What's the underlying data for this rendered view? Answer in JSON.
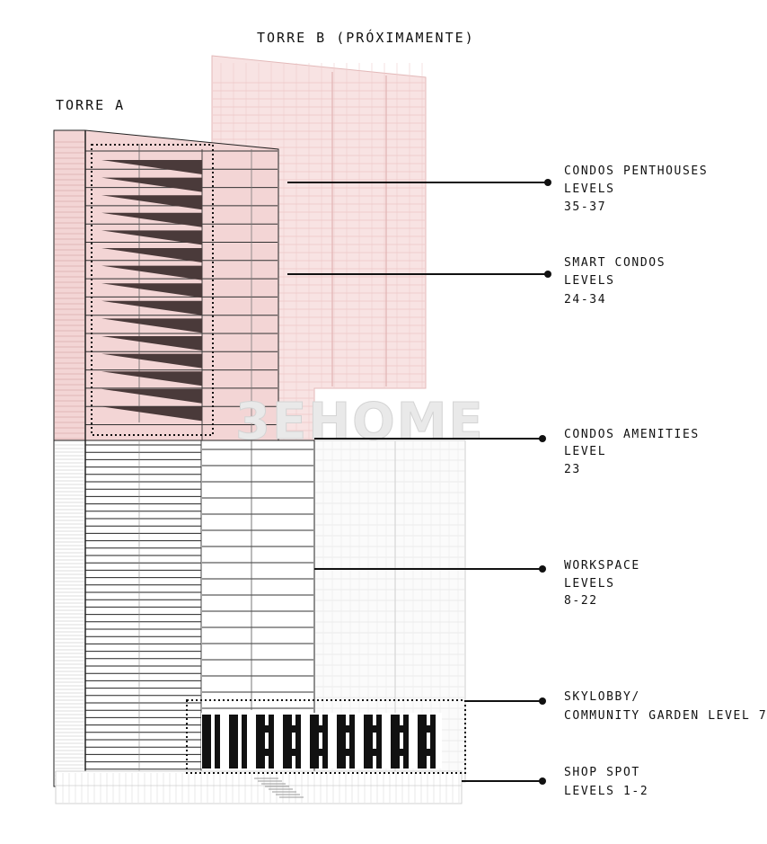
{
  "towers": {
    "a": "TORRE A",
    "b": "TORRE B (PRÓXIMAMENTE)"
  },
  "watermark": "3EHOME",
  "callouts": [
    {
      "lines": [
        "CONDOS PENTHOUSES",
        "LEVELS",
        "35-37"
      ]
    },
    {
      "lines": [
        "SMART CONDOS",
        "LEVELS",
        "24-34"
      ]
    },
    {
      "lines": [
        "CONDOS AMENITIES",
        "LEVEL",
        "23"
      ]
    },
    {
      "lines": [
        "WORKSPACE",
        "LEVELS",
        "8-22"
      ]
    },
    {
      "lines": [
        "SKYLOBBY/",
        "COMMUNITY GARDEN LEVEL 7"
      ]
    },
    {
      "lines": [
        "SHOP SPOT",
        "LEVELS 1-2"
      ]
    }
  ],
  "colors": {
    "residential_fill": "#f3d5d5",
    "tower_b_fill": "#f8e3e3",
    "line": "#111111",
    "balcony": "#4a3a3a"
  }
}
